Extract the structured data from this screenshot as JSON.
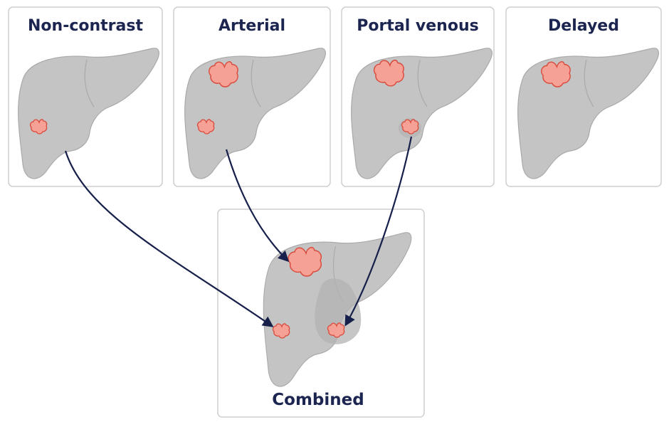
{
  "diagram": {
    "panels": [
      {
        "title": "Non-contrast"
      },
      {
        "title": "Arterial"
      },
      {
        "title": "Portal venous"
      },
      {
        "title": "Delayed"
      }
    ],
    "combined": {
      "title": "Combined"
    }
  },
  "colors": {
    "liver": "#c4c4c4",
    "liver_edge": "#a9a9a9",
    "lesion_fill": "#f5a195",
    "lesion_edge": "#d94a3c",
    "arrow": "#16204a",
    "title": "#1c2450",
    "panel_border": "#cfcfcf"
  }
}
